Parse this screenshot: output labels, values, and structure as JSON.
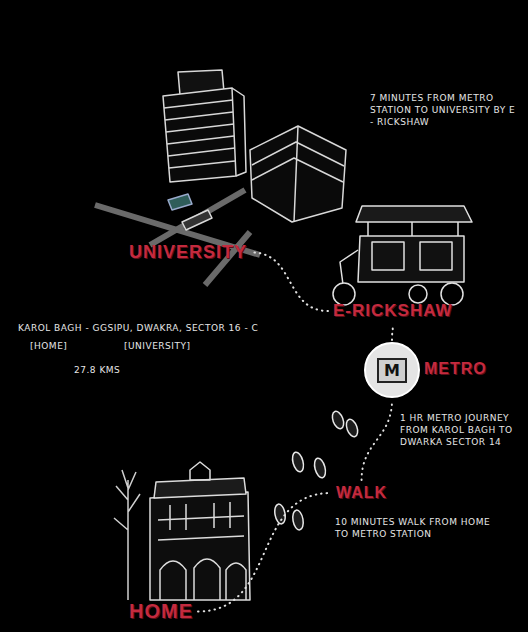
{
  "diagram": {
    "nodes": [
      {
        "text": [
          "UNIVERSITY"
        ]
      },
      {
        "text": [
          "E-RICKSHAW"
        ]
      },
      {
        "text": [
          "M",
          "METRO"
        ]
      },
      {
        "text": [
          "WALK"
        ]
      },
      {
        "text": [
          "HOME"
        ]
      }
    ],
    "edges": [
      {
        "from": 4,
        "to": 3,
        "arrow": "none"
      },
      {
        "from": 3,
        "to": 2,
        "arrow": "none"
      },
      {
        "from": 2,
        "to": 1,
        "arrow": "none"
      },
      {
        "from": 1,
        "to": 0,
        "arrow": "none"
      }
    ],
    "labels": [
      "7 MINUTES FROM METRO STATION TO UNIVERSITY BY E - RICKSHAW",
      "1 HR METRO JOURNEY FROM KAROL BAGH TO DWARKA SECTOR 14",
      "10 MINUTES WALK FROM HOME TO METRO STATION",
      "KAROL BAGH - GGSIPU, DWAKRA, SECTOR 16 - C",
      "[HOME]",
      "[UNIVERSITY]",
      "27.8 KMS"
    ]
  }
}
